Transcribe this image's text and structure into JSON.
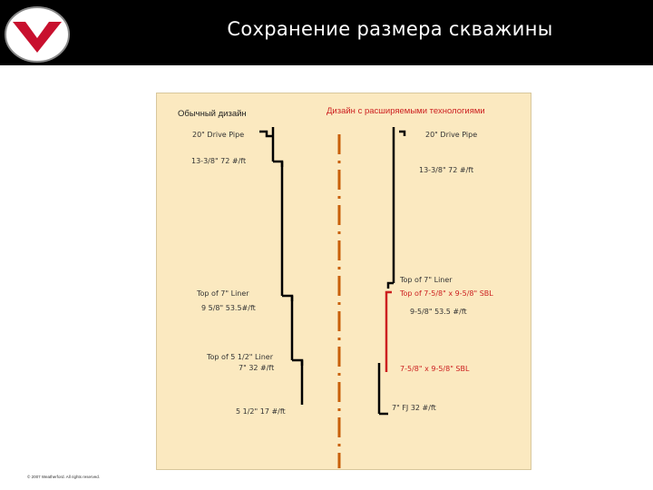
{
  "header": {
    "title": "Сохранение размера скважины",
    "brand_colors": {
      "bar": "#000000",
      "logo_red": "#c8102e",
      "logo_bg": "#ffffff"
    }
  },
  "left_design": {
    "heading": "Обычный дизайн",
    "labels": {
      "drive_pipe": "20\" Drive Pipe",
      "casing_13": "13-3/8\" 72 #/ft",
      "top_7_liner": "Top of 7\" Liner",
      "casing_9": "9 5/8\" 53.5#/ft",
      "top_5_liner": "Top of 5 1/2\" Liner",
      "casing_7": "7\" 32 #/ft",
      "casing_5": "5 1/2\" 17 #/ft"
    }
  },
  "right_design": {
    "heading": "Дизайн с расширяемыми технологиями",
    "labels": {
      "drive_pipe": "20\" Drive Pipe",
      "casing_13": "13-3/8\" 72 #/ft",
      "top_7_liner": "Top of 7\" Liner",
      "top_sbl": "Top of 7-5/8\" x 9-5/8\" SBL",
      "casing_9": "9-5/8\" 53.5 #/ft",
      "sbl": "7-5/8\" x 9-5/8\" SBL",
      "casing_7fj": "7\" FJ 32 #/ft"
    }
  },
  "colors": {
    "panel": "#fbe9c0",
    "casing": "#000000",
    "expandable": "#cc1f1f",
    "centerline": "#c8600a"
  },
  "footer": {
    "copyright": "© 2007 Weatherford. All rights reserved."
  }
}
